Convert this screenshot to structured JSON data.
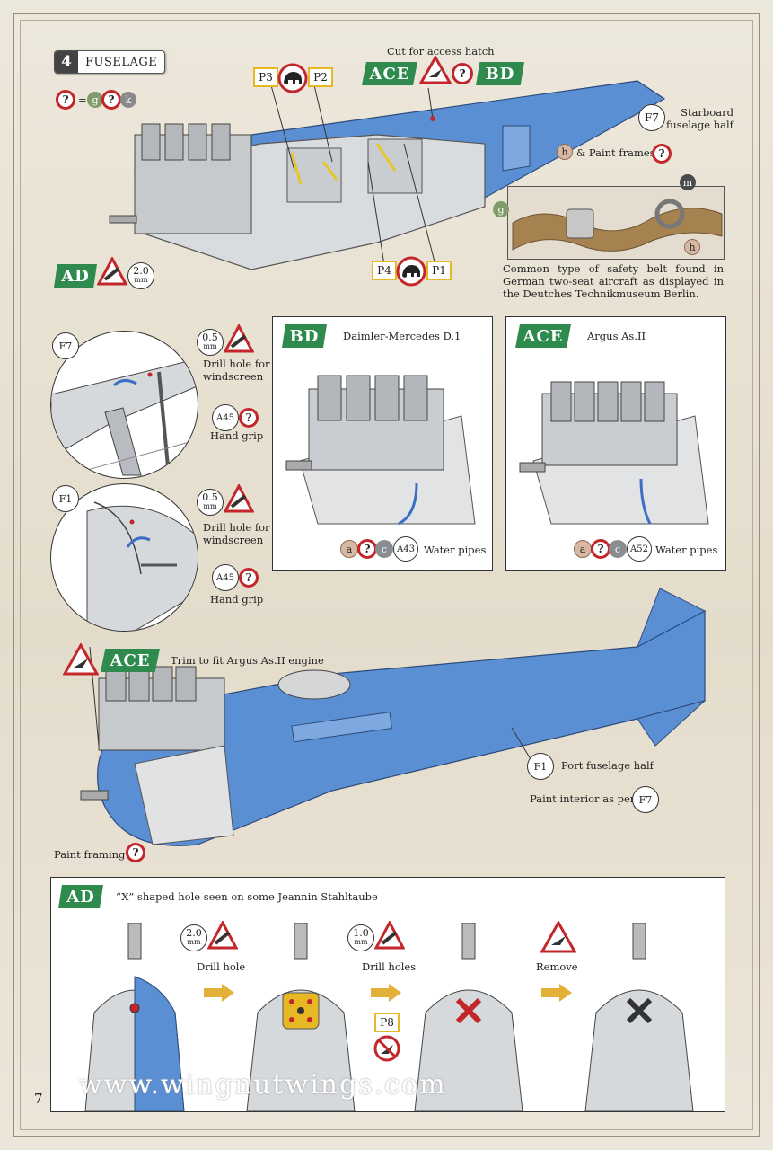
{
  "step": {
    "number": "4",
    "title": "FUSELAGE"
  },
  "paint_key": {
    "q": "?",
    "eq": "=",
    "g": "g",
    "k": "k"
  },
  "top": {
    "cut_label": "Cut for access hatch",
    "badge_ace": "ACE",
    "badge_bd": "BD",
    "q": "?",
    "parts": {
      "p3": "P3",
      "p2": "P2",
      "p4": "P4",
      "p1": "P1"
    },
    "f7": "F7",
    "starboard_label": "Starboard\nfuselage half",
    "h_label": "h",
    "paint_frames": "& Paint frames",
    "ad_badge": "AD",
    "drill_size": "2.0",
    "drill_unit": "mm"
  },
  "belt": {
    "m": "m",
    "g": "g",
    "h": "h",
    "caption": "Common type of safety belt found in German two-seat aircraft as displayed in the Deutches Technikmuseum Berlin."
  },
  "detail1": {
    "part": "F7",
    "drill_size": "0.5",
    "drill_unit": "mm",
    "drill_label": "Drill hole for\nwindscreen",
    "grip_part": "A45",
    "q": "?",
    "grip_label": "Hand grip"
  },
  "detail2": {
    "part": "F1",
    "drill_size": "0.5",
    "drill_unit": "mm",
    "drill_label": "Drill hole for\nwindscreen",
    "grip_part": "A45",
    "q": "?",
    "grip_label": "Hand grip"
  },
  "engine_bd": {
    "badge": "BD",
    "name": "Daimler-Mercedes D.1",
    "paints": [
      "a",
      "?",
      "c"
    ],
    "part": "A43",
    "label": "Water pipes"
  },
  "engine_ace": {
    "badge": "ACE",
    "name": "Argus As.II",
    "paints": [
      "a",
      "?",
      "c"
    ],
    "part": "A52",
    "label": "Water pipes"
  },
  "port": {
    "badge": "ACE",
    "trim_label": "Trim to fit Argus As.II engine",
    "part": "F1",
    "port_label": "Port fuselage half",
    "interior_label": "Paint interior as per",
    "interior_part": "F7",
    "framing_label": "Paint framing",
    "q": "?"
  },
  "bottom": {
    "badge": "AD",
    "title": "“X” shaped hole seen on some Jeannin Stahltaube",
    "drill1_size": "2.0",
    "drill1_unit": "mm",
    "drill1_label": "Drill hole",
    "drill2_size": "1.0",
    "drill2_unit": "mm",
    "drill2_label": "Drill holes",
    "p8": "P8",
    "remove_label": "Remove"
  },
  "watermark": "www.wingnutwings.com",
  "page_number": "7",
  "colors": {
    "fuselage_blue": "#5b8fd4",
    "badge_green": "#2f8a4e",
    "warn_red": "#c3262b",
    "tag_yellow": "#e8b824"
  }
}
